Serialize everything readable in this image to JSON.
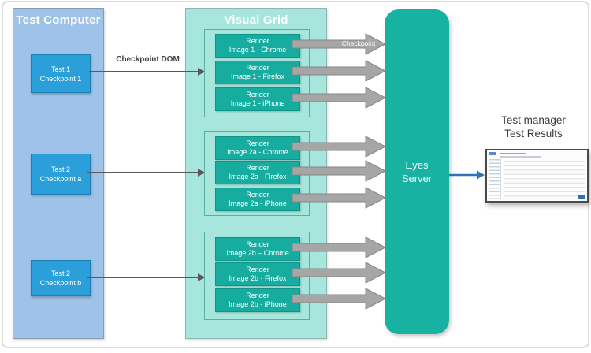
{
  "test_computer": {
    "title": "Test Computer",
    "nodes": [
      {
        "line1": "Test 1",
        "line2": "Checkpoint 1"
      },
      {
        "line1": "Test 2",
        "line2": "Checkpoint a"
      },
      {
        "line1": "Test 2",
        "line2": "Checkpoint b"
      }
    ]
  },
  "visual_grid": {
    "title": "Visual Grid",
    "groups": [
      {
        "nodes": [
          {
            "line1": "Render",
            "line2": "Image 1 - Chrome"
          },
          {
            "line1": "Render",
            "line2": "Image 1 - Firefox"
          },
          {
            "line1": "Render",
            "line2": "Image 1 - iPhone"
          }
        ]
      },
      {
        "nodes": [
          {
            "line1": "Render",
            "line2": "Image 2a - Chrome"
          },
          {
            "line1": "Render",
            "line2": "Image 2a - Firefox"
          },
          {
            "line1": "Render",
            "line2": "Image 2a - iPhone"
          }
        ]
      },
      {
        "nodes": [
          {
            "line1": "Render",
            "line2": "Image 2b – Chrome"
          },
          {
            "line1": "Render",
            "line2": "Image 2b - Firefox"
          },
          {
            "line1": "Render",
            "line2": "Image 2b - iPhone"
          }
        ]
      }
    ]
  },
  "eyes_server": {
    "line1": "Eyes",
    "line2": "Server"
  },
  "arrow_labels": {
    "checkpoint_dom": "Checkpoint DOM",
    "checkpoint": "Checkpoint"
  },
  "results": {
    "line1": "Test manager",
    "line2": "Test Results"
  },
  "colors": {
    "test_panel": "#9FC3E8",
    "test_node": "#2B9FD9",
    "grid_panel": "#A6E6DC",
    "render_node": "#16ADA0",
    "eyes_server": "#17B2A1",
    "block_arrow": "#A6A6A6",
    "connector": "#595959",
    "result_arrow": "#2E74B5"
  }
}
